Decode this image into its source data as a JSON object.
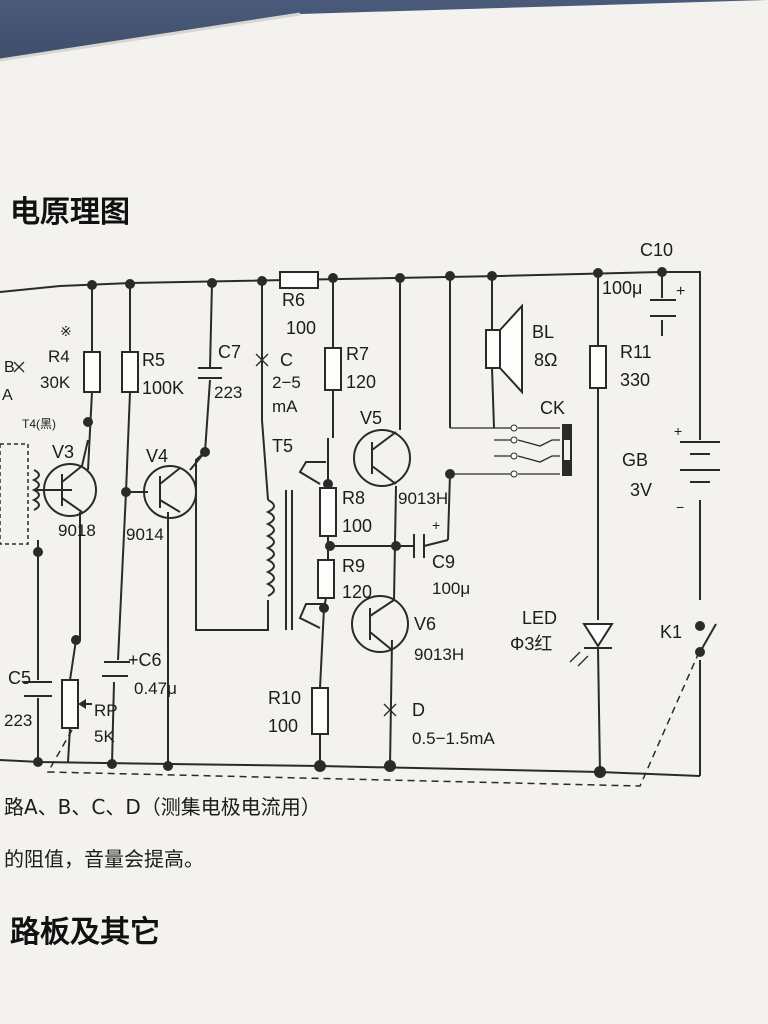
{
  "heading": "电原理图",
  "heading2": "路板及其它",
  "notes": [
    "路A、B、C、D（测集电极电流用）",
    "的阻值，音量会提高。"
  ],
  "labels": {
    "c10": "C10",
    "c10_val": "100μ",
    "plus_c10": "+",
    "r6": "R6",
    "r6_val": "100",
    "bl": "BL",
    "bl_val": "8Ω",
    "r11": "R11",
    "r11_val": "330",
    "ck": "CK",
    "gb": "GB",
    "gb_val": "3V",
    "gb_plus": "+",
    "gb_minus": "−",
    "mark": "※",
    "r4": "R4",
    "r4_val": "30K",
    "r5": "R5",
    "r5_val": "100K",
    "c7": "C7",
    "c7_val": "223",
    "c_test": "C",
    "c_range1": "2−5",
    "c_range2": "mA",
    "r7": "R7",
    "r7_val": "120",
    "v5": "V5",
    "v5_type": "9013H",
    "t4": "T4(黑)",
    "v3": "V3",
    "v3_type": "9018",
    "v4": "V4",
    "v4_type": "9014",
    "t5": "T5",
    "r8": "R8",
    "r8_val": "100",
    "c9": "C9",
    "c9_val": "100μ",
    "c9_plus": "+",
    "r9": "R9",
    "r9_val": "120",
    "v6": "V6",
    "v6_type": "9013H",
    "led": "LED",
    "led_val": "Φ3红",
    "k1": "K1",
    "c5": "C5",
    "c5_val": "223",
    "c6": "+C6",
    "c6_val": "0.47μ",
    "rp": "RP",
    "rp_val": "5K",
    "r10": "R10",
    "r10_val": "100",
    "d": "D",
    "d_range": "0.5−1.5mA",
    "left_b": "B",
    "left_a": "A"
  }
}
